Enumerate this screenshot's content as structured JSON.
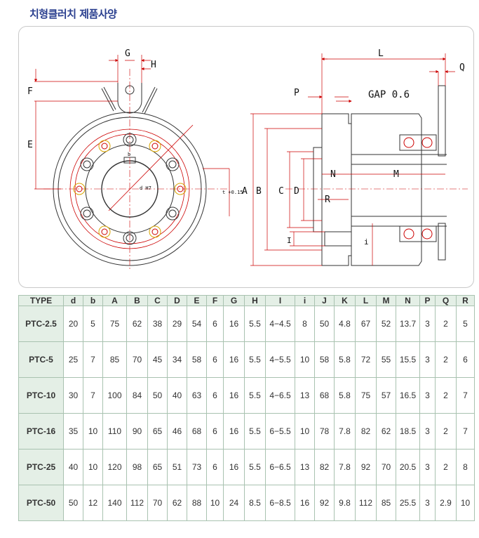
{
  "page": {
    "title": "치형클러치 제품사양"
  },
  "drawing": {
    "labels": {
      "G": "G",
      "H": "H",
      "F": "F",
      "E": "E",
      "L": "L",
      "Q": "Q",
      "P": "P",
      "gap": "GAP 0.6",
      "N": "N",
      "M": "M",
      "A": "A",
      "B": "B",
      "C": "C",
      "D": "D",
      "R": "R",
      "I": "I",
      "i": "i",
      "b": "b",
      "dH7": "d H7",
      "t": "t +0.15"
    }
  },
  "spec_table": {
    "headers": [
      "TYPE",
      "d",
      "b",
      "A",
      "B",
      "C",
      "D",
      "E",
      "F",
      "G",
      "H",
      "I",
      "i",
      "J",
      "K",
      "L",
      "M",
      "N",
      "P",
      "Q",
      "R"
    ],
    "rows": [
      [
        "PTC-2.5",
        "20",
        "5",
        "75",
        "62",
        "38",
        "29",
        "54",
        "6",
        "16",
        "5.5",
        "4−4.5",
        "8",
        "50",
        "4.8",
        "67",
        "52",
        "13.7",
        "3",
        "2",
        "5"
      ],
      [
        "PTC-5",
        "25",
        "7",
        "85",
        "70",
        "45",
        "34",
        "58",
        "6",
        "16",
        "5.5",
        "4−5.5",
        "10",
        "58",
        "5.8",
        "72",
        "55",
        "15.5",
        "3",
        "2",
        "6"
      ],
      [
        "PTC-10",
        "30",
        "7",
        "100",
        "84",
        "50",
        "40",
        "63",
        "6",
        "16",
        "5.5",
        "4−6.5",
        "13",
        "68",
        "5.8",
        "75",
        "57",
        "16.5",
        "3",
        "2",
        "7"
      ],
      [
        "PTC-16",
        "35",
        "10",
        "110",
        "90",
        "65",
        "46",
        "68",
        "6",
        "16",
        "5.5",
        "6−5.5",
        "10",
        "78",
        "7.8",
        "82",
        "62",
        "18.5",
        "3",
        "2",
        "7"
      ],
      [
        "PTC-25",
        "40",
        "10",
        "120",
        "98",
        "65",
        "51",
        "73",
        "6",
        "16",
        "5.5",
        "6−6.5",
        "13",
        "82",
        "7.8",
        "92",
        "70",
        "20.5",
        "3",
        "2",
        "8"
      ],
      [
        "PTC-50",
        "50",
        "12",
        "140",
        "112",
        "70",
        "62",
        "88",
        "10",
        "24",
        "8.5",
        "6−8.5",
        "16",
        "92",
        "9.8",
        "112",
        "85",
        "25.5",
        "3",
        "2.9",
        "10"
      ]
    ]
  }
}
